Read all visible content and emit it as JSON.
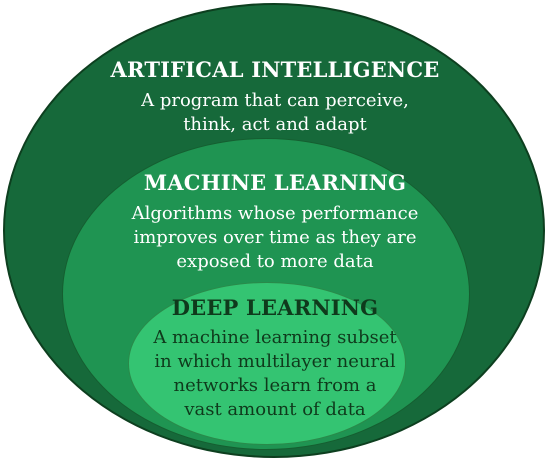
{
  "colors": {
    "ai_fill": "#16693a",
    "ml_fill": "#1f9452",
    "dl_fill": "#34c472",
    "dark_text": "#0f3a1c",
    "light_text": "#ffffff"
  },
  "ai": {
    "title": "ARTIFICAL INTELLIGENCE",
    "line1": "A program that can perceive,",
    "line2": "think, act and adapt"
  },
  "ml": {
    "title": "MACHINE LEARNING",
    "line1": "Algorithms whose performance",
    "line2": "improves over time as they are",
    "line3": "exposed to more data"
  },
  "dl": {
    "title": "DEEP LEARNING",
    "line1": "A machine learning subset",
    "line2": "in which multilayer neural",
    "line3": "networks learn from a",
    "line4": "vast amount of data"
  }
}
